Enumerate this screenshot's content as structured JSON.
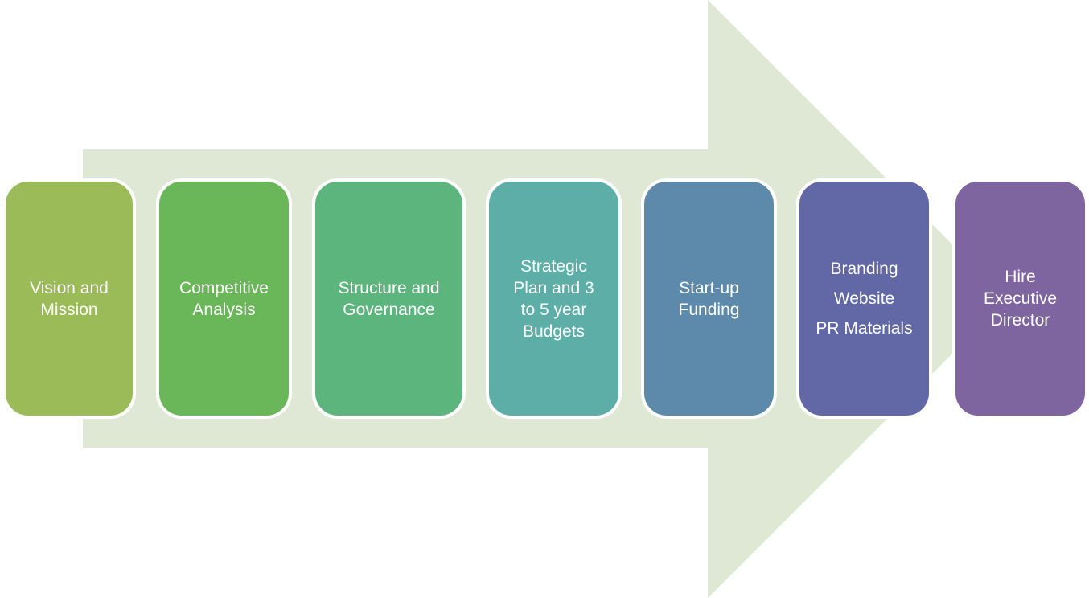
{
  "colors": {
    "arrow": "#dfe8d4",
    "box_border": "#ffffff",
    "text": "#ffffff",
    "steps": [
      "#9bbb59",
      "#6ab759",
      "#5db57e",
      "#5eaea8",
      "#5d8aab",
      "#6267a6",
      "#7f65a0"
    ]
  },
  "steps": [
    {
      "lines": [
        "Vision and",
        "Mission"
      ]
    },
    {
      "lines": [
        "Competitive",
        "Analysis"
      ]
    },
    {
      "lines": [
        "Structure and",
        "Governance"
      ]
    },
    {
      "lines": [
        "Strategic",
        "Plan and 3",
        "to 5 year",
        "Budgets"
      ]
    },
    {
      "lines": [
        "Start-up",
        "Funding"
      ]
    },
    {
      "lines": [
        "Branding",
        "Website",
        "PR Materials"
      ]
    },
    {
      "lines": [
        "Hire",
        "Executive",
        "Director"
      ]
    }
  ]
}
